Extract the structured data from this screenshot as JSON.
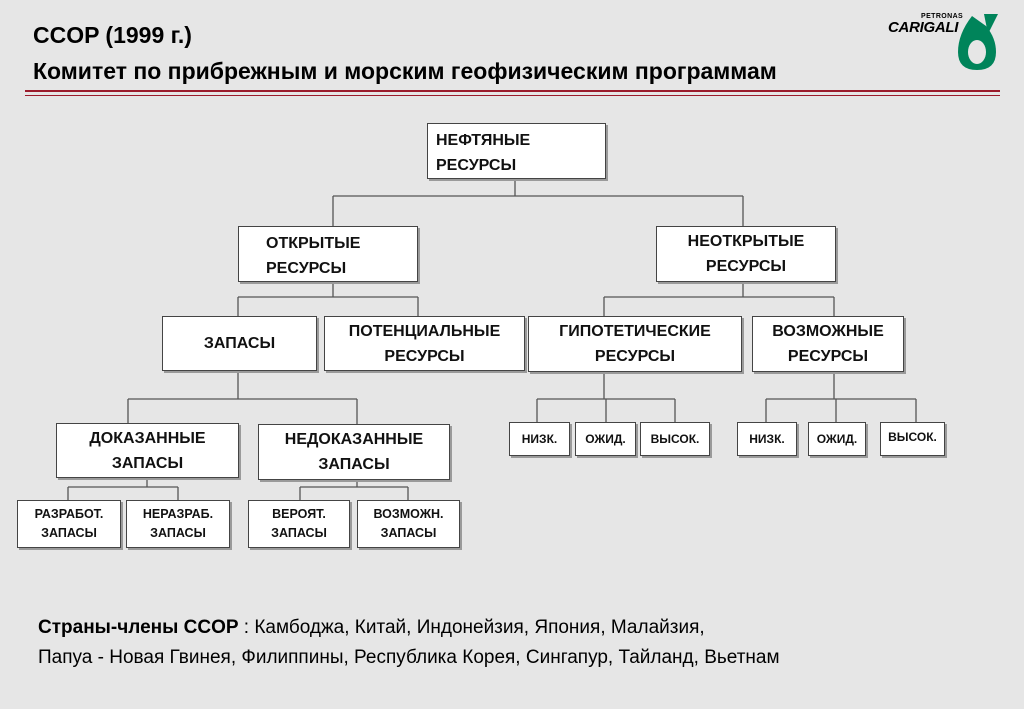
{
  "header": {
    "title": "CCOP (1999 г.)",
    "subtitle": "Комитет по прибрежным и морским геофизическим программам",
    "logo_small": "PETRONAS",
    "logo_text": "CARIGALI",
    "brand_color": "#00845a",
    "rule_color": "#9b1c2c"
  },
  "tree": {
    "root": [
      "НЕФТЯНЫЕ",
      "РЕСУРСЫ"
    ],
    "discovered": [
      "ОТКРЫТЫЕ",
      "РЕСУРСЫ"
    ],
    "undiscovered": [
      "НЕОТКРЫТЫЕ",
      "РЕСУРСЫ"
    ],
    "reserves": "ЗАПАСЫ",
    "potential": [
      "ПОТЕНЦИАЛЬНЫЕ",
      "РЕСУРСЫ"
    ],
    "hypothetical": [
      "ГИПОТЕТИЧЕСКИЕ",
      "РЕСУРСЫ"
    ],
    "possible": [
      "ВОЗМОЖНЫЕ",
      "РЕСУРСЫ"
    ],
    "proved": [
      "ДОКАЗАННЫЕ",
      "ЗАПАСЫ"
    ],
    "unproved": [
      "НЕДОКАЗАННЫЕ",
      "ЗАПАСЫ"
    ],
    "developed": [
      "РАЗРАБОТ.",
      "ЗАПАСЫ"
    ],
    "undeveloped": [
      "НЕРАЗРАБ.",
      "ЗАПАСЫ"
    ],
    "probable": [
      "ВЕРОЯТ.",
      "ЗАПАСЫ"
    ],
    "possible_res": [
      "ВОЗМОЖН.",
      "ЗАПАСЫ"
    ],
    "hyp_low": "НИЗК.",
    "hyp_exp": "ОЖИД.",
    "hyp_high": "ВЫСОК.",
    "pos_low": "НИЗК.",
    "pos_exp": "ОЖИД.",
    "pos_high": "ВЫСОК."
  },
  "footer": {
    "label": "Страны-члены CCOP",
    "line1": " : Камбоджа, Китай, Индонейзия, Япония, Малайзия,",
    "line2": "Папуа - Новая Гвинея, Филиппины, Республика Корея, Сингапур, Тайланд, Вьетнам"
  }
}
